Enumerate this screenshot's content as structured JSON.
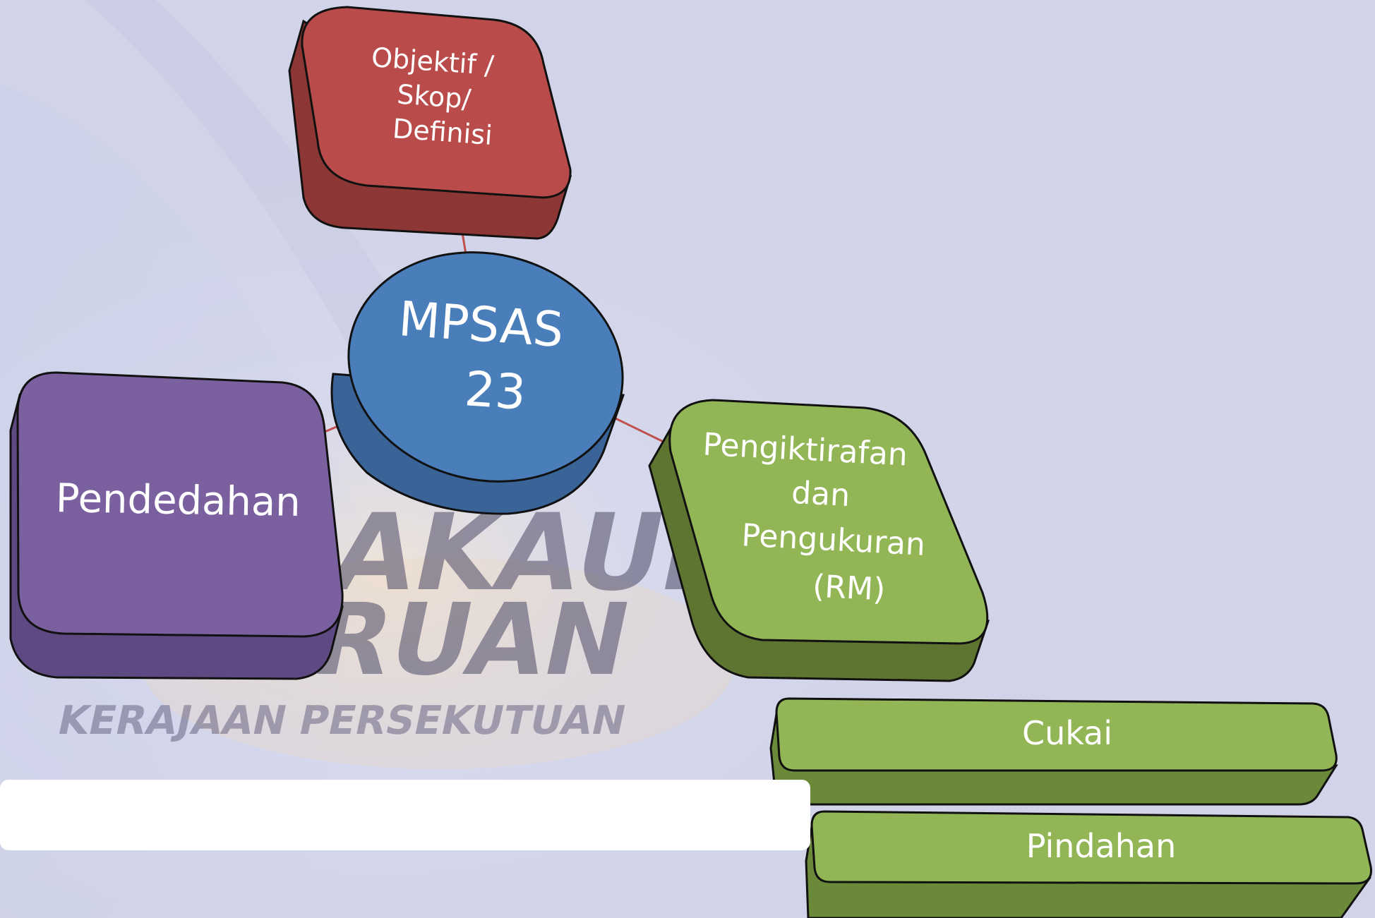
{
  "slide": {
    "background_colors": {
      "base": "#d1d3e8",
      "wash": "#dfe1f0"
    },
    "watermark": {
      "line1": "AKAUNA",
      "line2": "RUAN",
      "line3": "KERAJAAN PERSEKUTUAN"
    }
  },
  "diagram": {
    "center": {
      "label_line1": "MPSAS",
      "label_line2": "23",
      "color": "#4a7ebb"
    },
    "nodes": {
      "objektif": {
        "line1": "Objektif /",
        "line2": "Skop/",
        "line3": "Definisi",
        "color": "#b94b4a"
      },
      "pendedahan": {
        "line1": "Pendedahan",
        "color": "#7b60a0"
      },
      "pengiktirafan": {
        "line1": "Pengiktirafan",
        "line2": "dan",
        "line3": "Pengukuran",
        "line4": "(RM)",
        "color": "#92b556"
      },
      "cukai": {
        "line1": "Cukai",
        "color": "#92b556"
      },
      "pindahan": {
        "line1": "Pindahan",
        "color": "#92b556"
      }
    },
    "connector_color": "#c0504d"
  }
}
